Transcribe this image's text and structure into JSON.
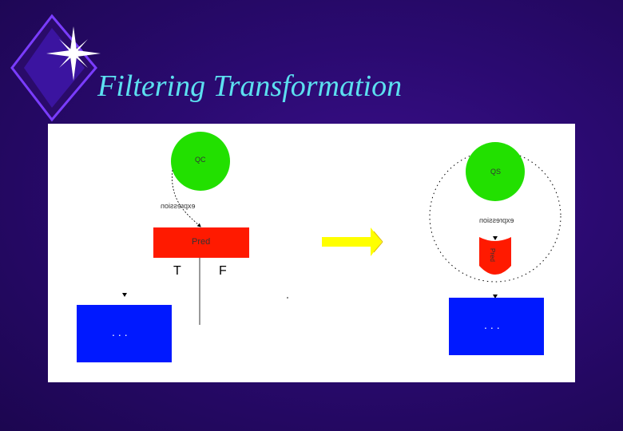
{
  "slide": {
    "title": "Filtering Transformation"
  },
  "left_diagram": {
    "circle_label": "QC",
    "expression_label": "expression",
    "pred_label": "Pred",
    "true_branch": "T",
    "false_branch": "F",
    "box_label": "..."
  },
  "right_diagram": {
    "circle_label": "QS",
    "expression_label": "expression",
    "pred_label": "Pred",
    "box_label": "..."
  },
  "colors": {
    "background": "#2a0a70",
    "title": "#5ce0f0",
    "circle": "#22e000",
    "pred": "#ff1a00",
    "box": "#0019ff",
    "arrow": "#ffff00"
  }
}
